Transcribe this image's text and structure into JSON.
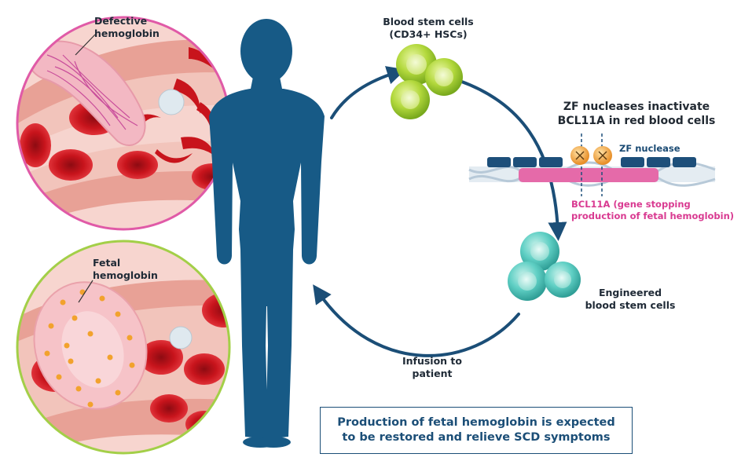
{
  "labels": {
    "stem_cells_line1": "Blood stem cells",
    "stem_cells_line2": "(CD34+ HSCs)",
    "zf_title_line1": "ZF nucleases inactivate",
    "zf_title_line2": "BCL11A in red blood cells",
    "zf_nuclease": "ZF nuclease",
    "bcl11a_line1": "BCL11A (gene stopping",
    "bcl11a_line2": "production of fetal hemoglobin)",
    "engineered_line1": "Engineered",
    "engineered_line2": "blood stem cells",
    "infusion_line1": "Infusion to",
    "infusion_line2": "patient",
    "defective_line1": "Defective",
    "defective_line2": "hemoglobin",
    "fetal_line1": "Fetal",
    "fetal_line2": "hemoglobin"
  },
  "result": {
    "line1": "Production of fetal hemoglobin is expected",
    "line2": "to be restored and relieve SCD symptoms"
  },
  "colors": {
    "navy": "#1b4e77",
    "silhouette": "#175a86",
    "stem_green": "#9bcc2a",
    "engineered_teal": "#4cc7bd",
    "bcl11a_pink": "#d93a91",
    "defective_ring": "#e05aa7",
    "fetal_ring": "#a3cf48",
    "red_cell": "#c8141c",
    "vessel": "#e7a59a"
  },
  "icons": [
    "human-silhouette-icon",
    "scissors-icon",
    "arrow-icon",
    "stem-cell-icon",
    "red-blood-cell-icon",
    "dna-icon"
  ]
}
